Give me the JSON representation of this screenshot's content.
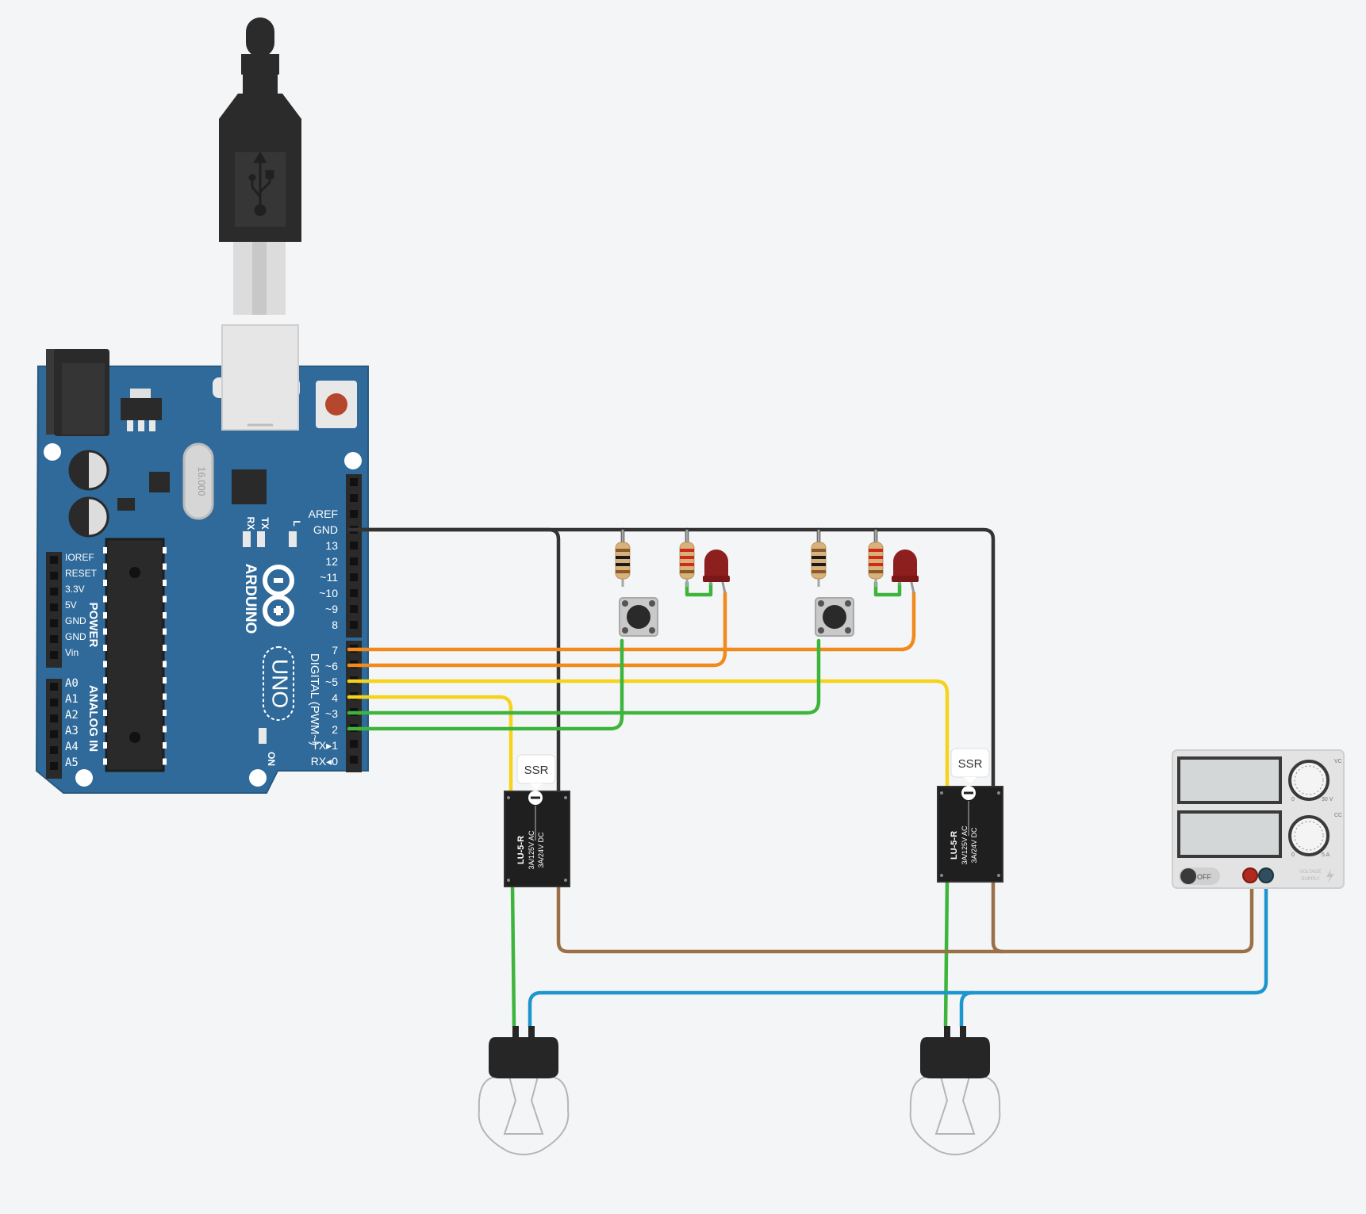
{
  "colors": {
    "background": "#f4f5f6",
    "board": "#2f6a9a",
    "wire_black": "#333333",
    "wire_orange": "#f08a1c",
    "wire_yellow": "#f5d31c",
    "wire_green": "#3db53d",
    "wire_brown": "#9a7046",
    "wire_blue": "#1d96d0",
    "led_red": "#8e1f1f"
  },
  "icons": [
    "usb-icon",
    "arduino-infinity-logo",
    "lightning-icon"
  ],
  "arduino": {
    "brand": "ARDUINO",
    "model": "UNO",
    "power_header_labels": [
      "IOREF",
      "RESET",
      "3.3V",
      "5V",
      "GND",
      "GND",
      "Vin"
    ],
    "power_title": "POWER",
    "analog_labels": [
      "A0",
      "A1",
      "A2",
      "A3",
      "A4",
      "A5"
    ],
    "analog_title": "ANALOG IN",
    "digital_top_labels": [
      "AREF",
      "GND",
      "13",
      "12",
      "~11",
      "~10",
      "~9",
      "8"
    ],
    "digital_bottom_labels": [
      "7",
      "~6",
      "~5",
      "4",
      "~3",
      "2",
      "TX▸1",
      "RX◂0"
    ],
    "digital_title": "DIGITAL (PWM~)",
    "led_labels": [
      "RX",
      "TX",
      "L"
    ],
    "on_label": "ON",
    "crystal_label": "16.000"
  },
  "relays": [
    {
      "tag": "SSR",
      "model": "LU-5-R",
      "rating1": "3A/125V AC",
      "rating2": "3A/24V DC"
    },
    {
      "tag": "SSR",
      "model": "LU-5-R",
      "rating1": "3A/125V AC",
      "rating2": "3A/24V DC"
    }
  ],
  "power_supply": {
    "switch_label": "OFF",
    "voltage_tag": "VC",
    "current_tag": "CC",
    "voltage_min": "0",
    "voltage_max": "30 V",
    "current_min": "0",
    "current_max": "5 A",
    "brand_line1": "VOLTAGE",
    "brand_line2": "SUPPLY"
  }
}
